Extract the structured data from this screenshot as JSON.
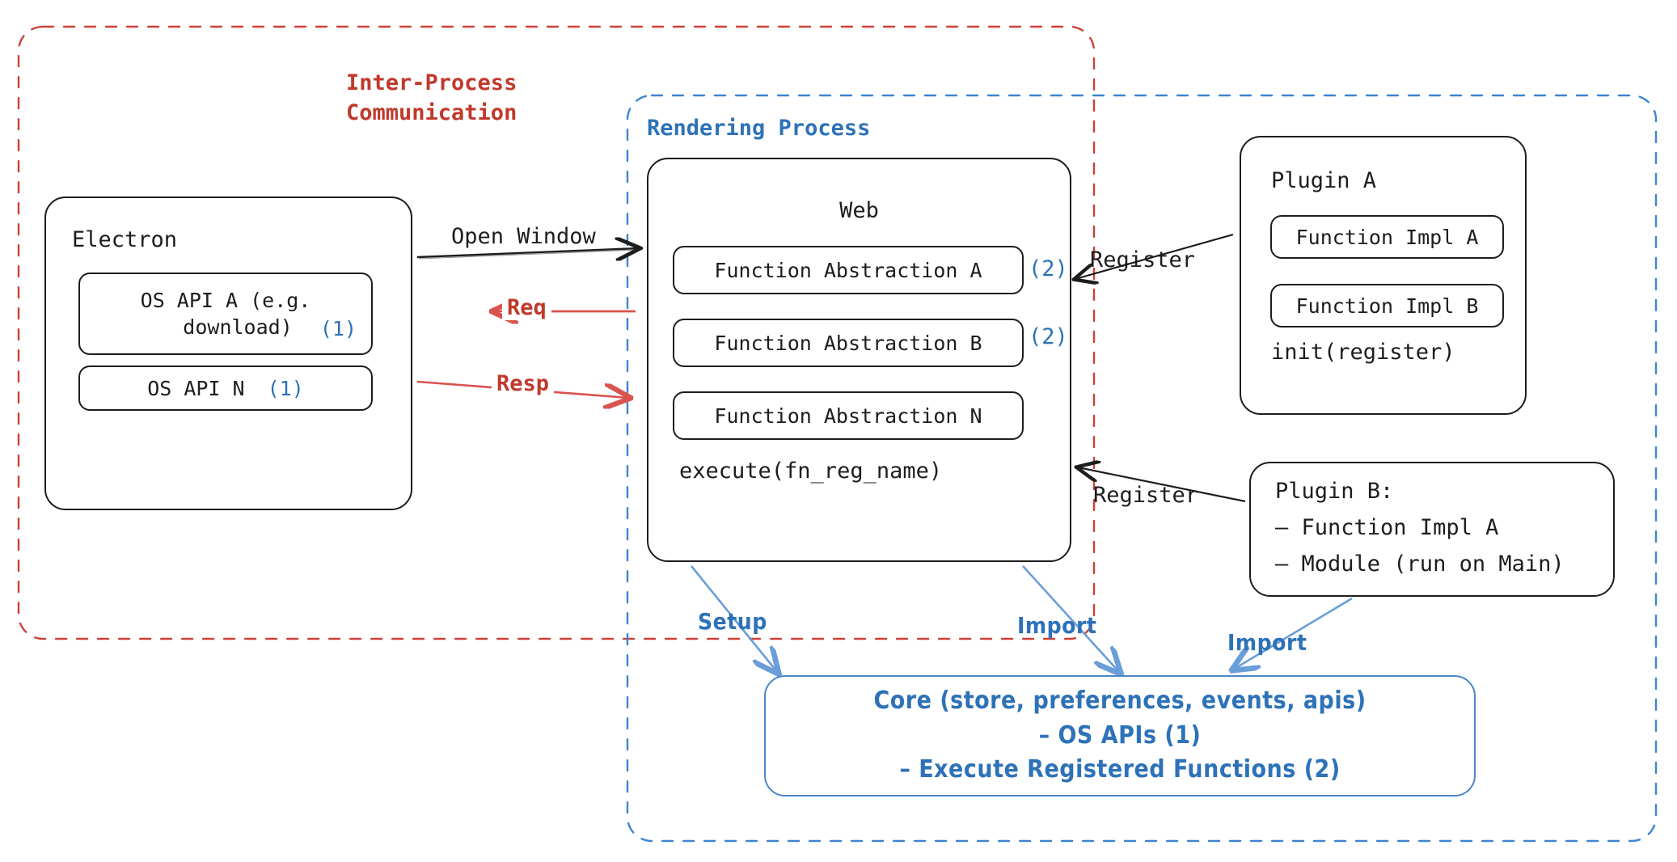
{
  "diagram": {
    "title": "Electron plugin architecture",
    "colors": {
      "red": "#c0392b",
      "blue": "#2d72b8",
      "blue_light": "#6a9ed8",
      "black": "#1d1d1d"
    },
    "regions": [
      {
        "name": "inter-process-communication",
        "label": "Inter-Process\nCommunication",
        "style": "dashed-red"
      },
      {
        "name": "rendering-process",
        "label": "Rendering Process",
        "style": "dashed-blue"
      }
    ],
    "electron": {
      "title": "Electron",
      "apis": [
        {
          "label": "OS API A (e.g.\n  download)",
          "tag": "(1)"
        },
        {
          "label": "OS API N",
          "tag": "(1)"
        }
      ]
    },
    "web": {
      "title": "Web",
      "abstractions": [
        {
          "label": "Function Abstraction A",
          "tag": "(2)"
        },
        {
          "label": "Function Abstraction B",
          "tag": "(2)"
        },
        {
          "label": "Function Abstraction N",
          "tag": ""
        }
      ],
      "method": "execute(fn_reg_name)"
    },
    "plugin_a": {
      "title": "Plugin A",
      "impls": [
        "Function Impl A",
        "Function Impl B"
      ],
      "method": "init(register)"
    },
    "plugin_b": {
      "title": "Plugin B:",
      "lines": [
        "– Function Impl A",
        "– Module (run on Main)"
      ]
    },
    "core": {
      "line1": "Core (store, preferences, events, apis)",
      "line2": "– OS APIs (1)",
      "line3": "– Execute Registered Functions (2)"
    },
    "edges": [
      {
        "name": "open-window",
        "label": "Open Window",
        "color": "black",
        "direction": "right"
      },
      {
        "name": "req",
        "label": "Req",
        "color": "red",
        "direction": "left"
      },
      {
        "name": "resp",
        "label": "Resp",
        "color": "red",
        "direction": "right"
      },
      {
        "name": "register-plugin-a",
        "label": "Register",
        "color": "black",
        "direction": "left"
      },
      {
        "name": "register-plugin-b",
        "label": "Register",
        "color": "black",
        "direction": "left"
      },
      {
        "name": "setup",
        "label": "Setup",
        "color": "blue",
        "direction": "down"
      },
      {
        "name": "import-web",
        "label": "Import",
        "color": "blue",
        "direction": "down"
      },
      {
        "name": "import-plugin-b",
        "label": "Import",
        "color": "blue",
        "direction": "down-left"
      }
    ]
  }
}
